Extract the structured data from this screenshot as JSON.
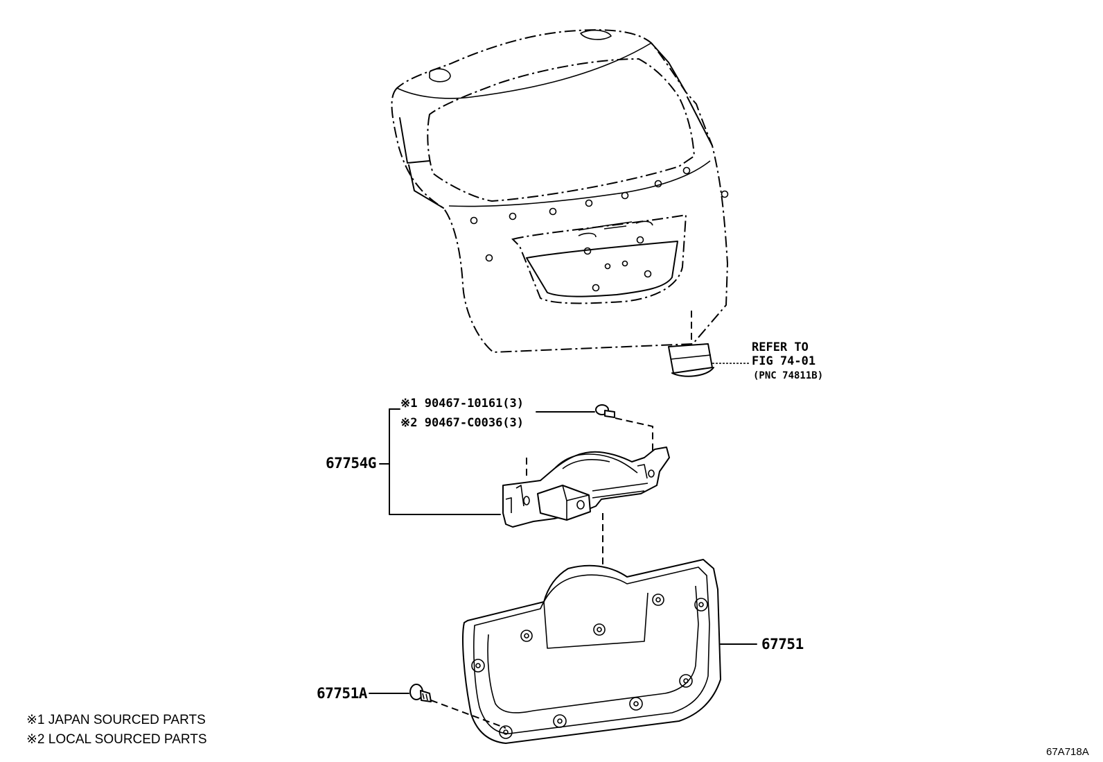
{
  "figure_code": "67A718A",
  "callouts": {
    "refer_line1": "REFER TO",
    "refer_line2": "FIG 74-01",
    "refer_line3": "(PNC 74811B)",
    "bolt_ref1": "※1 90467-10161(3)",
    "bolt_ref2": "※2 90467-C0036(3)",
    "part_67754G": "67754G",
    "part_67751": "67751",
    "part_67751A": "67751A"
  },
  "legend": {
    "note1": "※1 JAPAN SOURCED PARTS",
    "note2": "※2 LOCAL SOURCED PARTS"
  }
}
